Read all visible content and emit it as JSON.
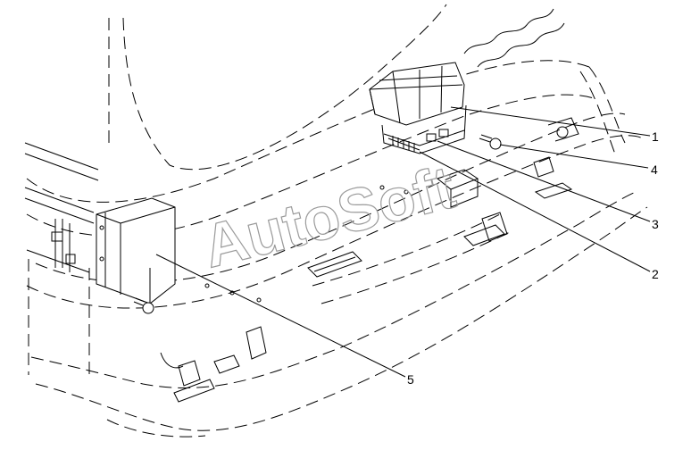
{
  "watermark": "AutoSoft",
  "callouts": {
    "c1": "1",
    "c2": "2",
    "c3": "3",
    "c4": "4",
    "c5": "5"
  },
  "colors": {
    "line": "#000000",
    "background": "#ffffff",
    "watermark": "#9a9a9a"
  }
}
